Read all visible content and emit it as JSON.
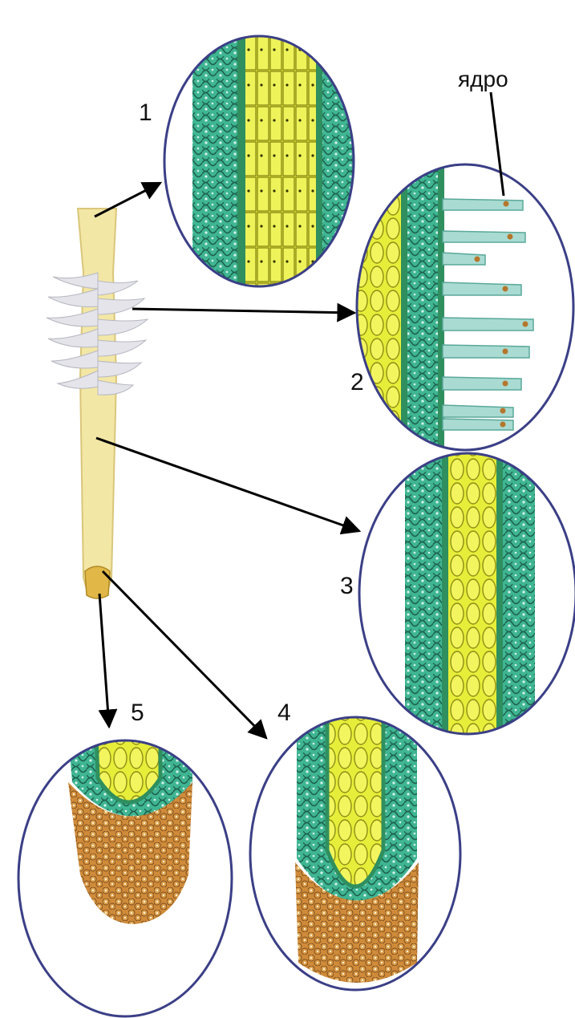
{
  "zones": [
    {
      "id": "1",
      "label": "1"
    },
    {
      "id": "2",
      "label": "2"
    },
    {
      "id": "3",
      "label": "3"
    },
    {
      "id": "4",
      "label": "4"
    },
    {
      "id": "5",
      "label": "5"
    }
  ],
  "annotations": {
    "nucleus_label": "ядро"
  },
  "colors": {
    "root_body": "#f3e7a6",
    "root_outline": "#d9c67a",
    "root_hairs": "#e4e4ea",
    "epidermis_cells": "#3fb592",
    "epidermis_lines": "#1d5e4a",
    "central_cylinder": "#e6ee3a",
    "central_lines": "#8d8d14",
    "root_cap": "#cf8b3a",
    "root_cap_lines": "#7a4a1a",
    "root_hair_cells": "#a9dbd2",
    "nucleus": "#b5762c",
    "lens_outline": "#3b3f86",
    "arrow": "#000000"
  }
}
